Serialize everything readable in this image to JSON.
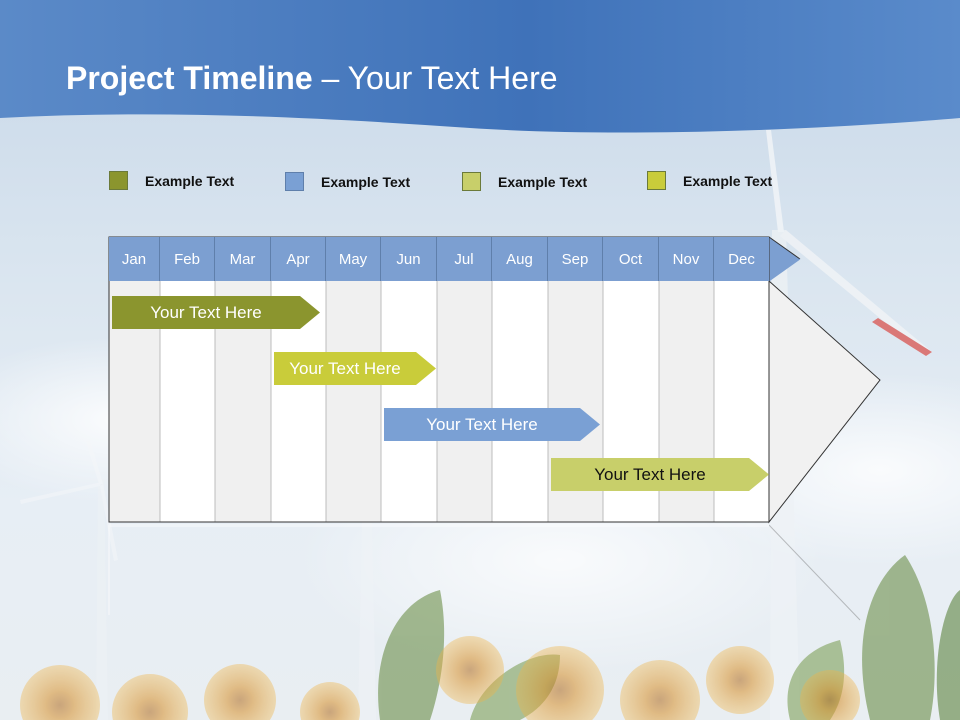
{
  "title": {
    "bold": "Project Timeline",
    "rest": " – Your Text Here"
  },
  "legend": [
    {
      "label": "Example Text",
      "color": "#8b952e"
    },
    {
      "label": "Example Text",
      "color": "#7aa0d4"
    },
    {
      "label": "Example Text",
      "color": "#c8cf6a"
    },
    {
      "label": "Example Text",
      "color": "#c9cc3a"
    }
  ],
  "months": [
    "Jan",
    "Feb",
    "Mar",
    "Apr",
    "May",
    "Jun",
    "Jul",
    "Aug",
    "Sep",
    "Oct",
    "Nov",
    "Dec"
  ],
  "tasks": [
    {
      "label": "Your  Text Here",
      "color": "#8b952e"
    },
    {
      "label": "Your  Text Here",
      "color": "#c9cc3a"
    },
    {
      "label": "Your  Text Here",
      "color": "#7aa0d4"
    },
    {
      "label": "Your  Text Here",
      "color": "#c8cf6a"
    }
  ],
  "colors": {
    "header_blue": "#4a79bd",
    "month_bar": "#7c9fd1"
  }
}
